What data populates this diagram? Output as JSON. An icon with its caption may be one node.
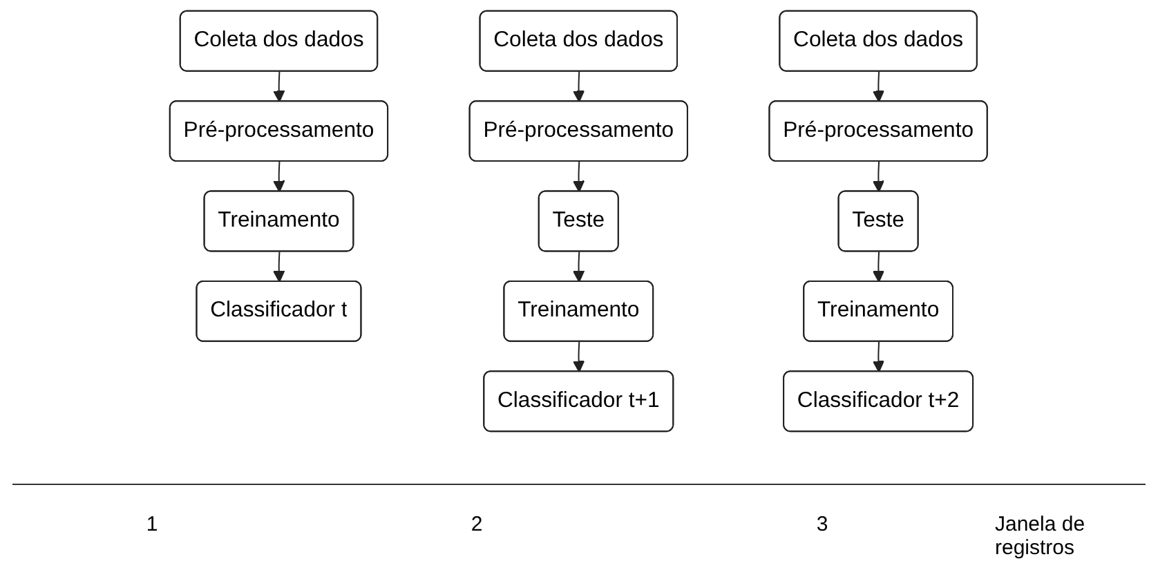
{
  "diagram": {
    "nodes": [
      {
        "text": [
          "Coleta dos dados"
        ]
      },
      {
        "text": [
          "Pré-processamento"
        ]
      },
      {
        "text": [
          "Treinamento"
        ]
      },
      {
        "text": [
          "Classificador t"
        ]
      },
      {
        "text": [
          "Coleta dos dados"
        ]
      },
      {
        "text": [
          "Pré-processamento"
        ]
      },
      {
        "text": [
          "Teste"
        ]
      },
      {
        "text": [
          "Treinamento"
        ]
      },
      {
        "text": [
          "Classificador t+1"
        ]
      },
      {
        "text": [
          "Coleta dos dados"
        ]
      },
      {
        "text": [
          "Pré-processamento"
        ]
      },
      {
        "text": [
          "Teste"
        ]
      },
      {
        "text": [
          "Treinamento"
        ]
      },
      {
        "text": [
          "Classificador t+2"
        ]
      }
    ],
    "edges": [
      {
        "from": 0,
        "to": 1,
        "arrow": "to"
      },
      {
        "from": 1,
        "to": 2,
        "arrow": "to"
      },
      {
        "from": 2,
        "to": 3,
        "arrow": "to"
      },
      {
        "from": 4,
        "to": 5,
        "arrow": "to"
      },
      {
        "from": 5,
        "to": 6,
        "arrow": "to"
      },
      {
        "from": 6,
        "to": 7,
        "arrow": "to"
      },
      {
        "from": 7,
        "to": 8,
        "arrow": "to"
      },
      {
        "from": 9,
        "to": 10,
        "arrow": "to"
      },
      {
        "from": 10,
        "to": 11,
        "arrow": "to"
      },
      {
        "from": 11,
        "to": 12,
        "arrow": "to"
      },
      {
        "from": 12,
        "to": 13,
        "arrow": "to"
      }
    ],
    "labels": [
      "1",
      "2",
      "3",
      "Janela de registros"
    ]
  }
}
